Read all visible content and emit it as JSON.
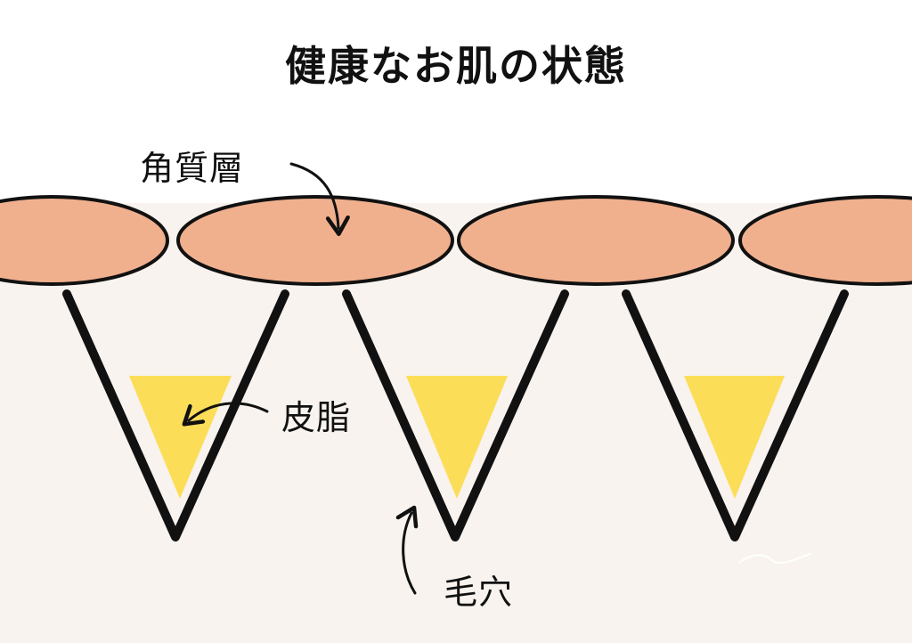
{
  "title": "健康なお肌の状態",
  "labels": {
    "stratum_corneum": "角質層",
    "sebum": "皮脂",
    "pore": "毛穴"
  },
  "colors": {
    "background": "#ffffff",
    "skin_base": "#f8f3ee",
    "cell_fill": "#f0b08e",
    "sebum_fill": "#fcdd58",
    "outline": "#111111"
  },
  "structure": {
    "pore_count": 3,
    "cell_count": 4
  }
}
